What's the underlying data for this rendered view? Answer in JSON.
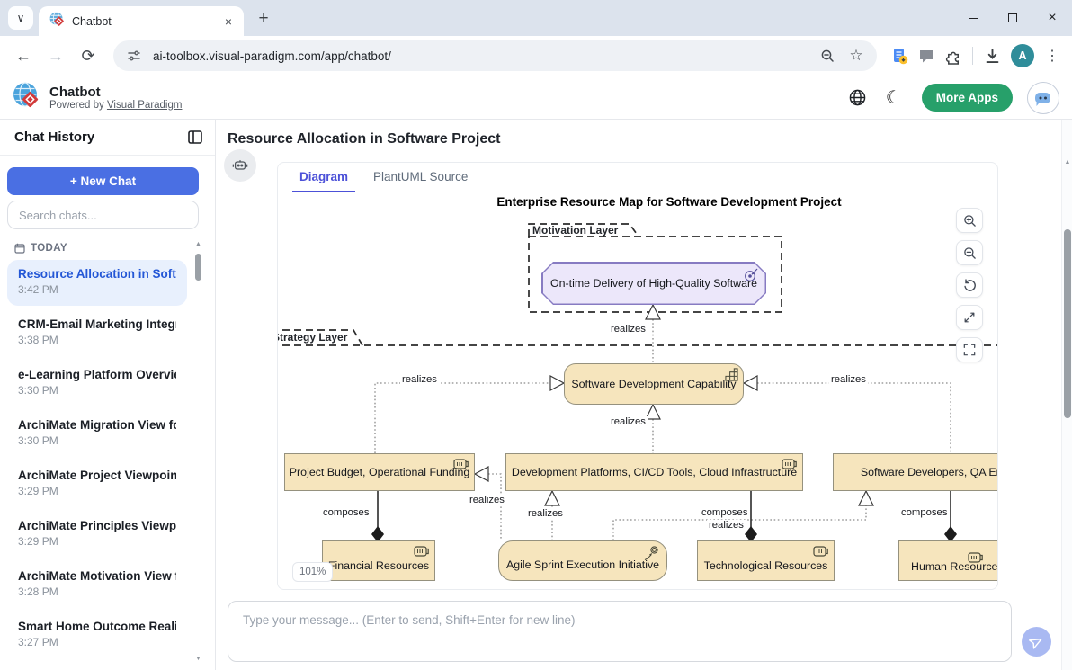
{
  "browser": {
    "tab_title": "Chatbot",
    "url": "ai-toolbox.visual-paradigm.com/app/chatbot/",
    "avatar_letter": "A"
  },
  "icons": {
    "tab_chevron": "∨",
    "close": "×",
    "new_tab": "+",
    "back": "←",
    "forward": "→",
    "reload": "⟳",
    "star": "☆",
    "kebab": "⋮",
    "moon": "☾",
    "plus": "+",
    "scroll_up": "▲",
    "scroll_down": "▼"
  },
  "header": {
    "app_title": "Chatbot",
    "powered_by_prefix": "Powered by",
    "powered_by_link": "Visual Paradigm",
    "more_apps_label": "More Apps"
  },
  "sidebar": {
    "title": "Chat History",
    "new_chat_label": "+   New Chat",
    "search_placeholder": "Search chats...",
    "section_label": "TODAY",
    "items": [
      {
        "title": "Resource Allocation in Softw...",
        "time": "3:42 PM"
      },
      {
        "title": "CRM-Email Marketing Integr...",
        "time": "3:38 PM"
      },
      {
        "title": "e-Learning Platform Overview",
        "time": "3:30 PM"
      },
      {
        "title": "ArchiMate Migration View fo...",
        "time": "3:30 PM"
      },
      {
        "title": "ArchiMate Project Viewpoint...",
        "time": "3:29 PM"
      },
      {
        "title": "ArchiMate Principles Viewpo...",
        "time": "3:29 PM"
      },
      {
        "title": "ArchiMate Motivation View f...",
        "time": "3:28 PM"
      },
      {
        "title": "Smart Home Outcome Realiz...",
        "time": "3:27 PM"
      }
    ]
  },
  "main": {
    "page_title": "Resource Allocation in Software Project",
    "tabs": [
      {
        "label": "Diagram"
      },
      {
        "label": "PlantUML Source"
      }
    ],
    "zoom_badge": "101%"
  },
  "diagram": {
    "title": "Enterprise Resource Map for Software Development Project",
    "layers": [
      "Motivation Layer",
      "Strategy Layer"
    ],
    "nodes": [
      {
        "label": "On-time Delivery of High-Quality Software",
        "type": "goal"
      },
      {
        "label": "Software Development Capability",
        "type": "capability"
      },
      {
        "label": "Project Budget, Operational Funding",
        "type": "resource"
      },
      {
        "label": "Development Platforms, CI/CD Tools, Cloud Infrastructure",
        "type": "resource"
      },
      {
        "label": "Software Developers, QA Engineers",
        "type": "resource"
      },
      {
        "label": "Financial Resources",
        "type": "resource"
      },
      {
        "label": "Agile Sprint Execution Initiative",
        "type": "course-of-action"
      },
      {
        "label": "Technological Resources",
        "type": "resource"
      },
      {
        "label": "Human Resources",
        "type": "resource"
      }
    ],
    "edge_labels": [
      "realizes",
      "realizes",
      "realizes",
      "realizes",
      "realizes",
      "realizes",
      "realizes",
      "composes",
      "composes",
      "composes"
    ]
  },
  "composer": {
    "placeholder": "Type your message... (Enter to send, Shift+Enter for new line)"
  }
}
